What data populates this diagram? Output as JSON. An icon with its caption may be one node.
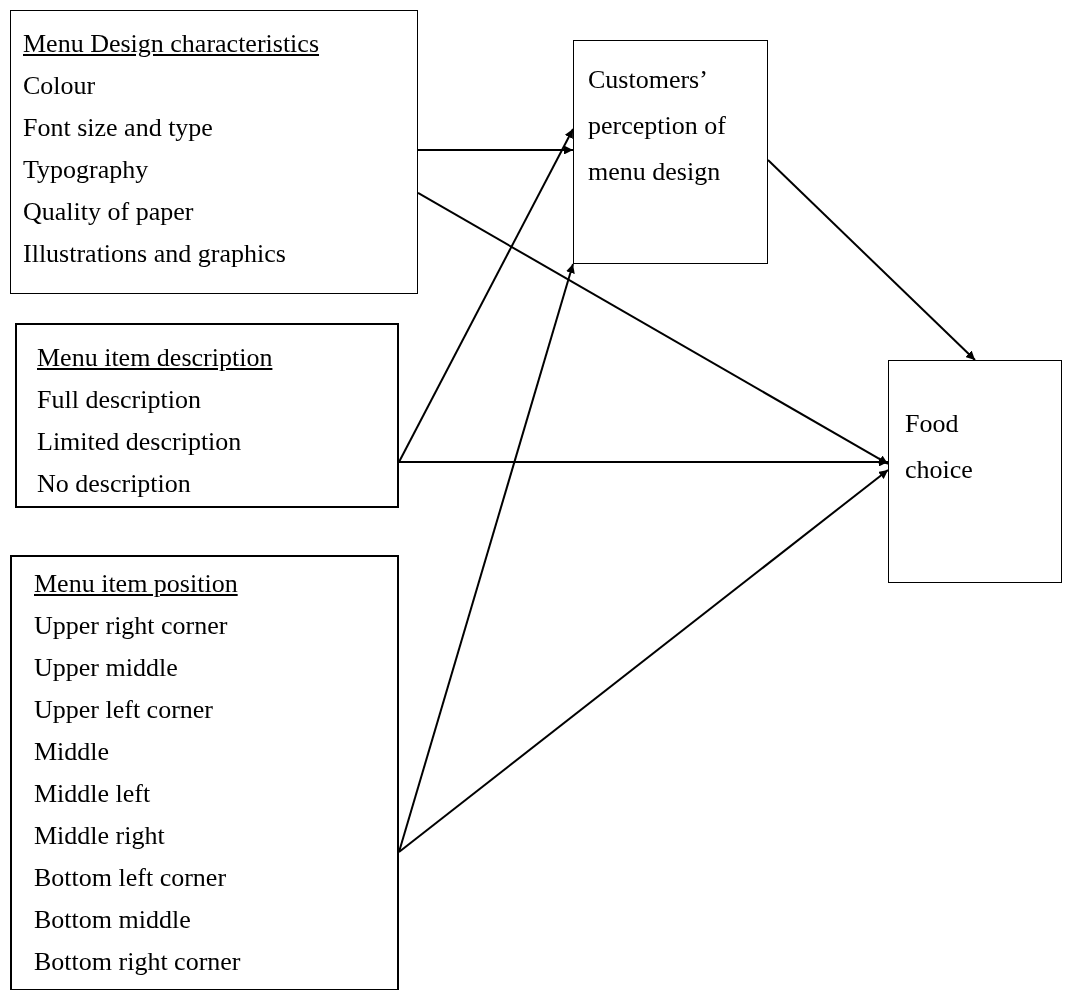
{
  "diagram": {
    "nodes": [
      {
        "text": [
          "Menu Design characteristics",
          "Colour",
          "Font size and type",
          "Typography",
          "Quality of paper",
          "Illustrations and graphics"
        ]
      },
      {
        "text": [
          "Customers’ perception of menu design"
        ]
      },
      {
        "text": [
          "Menu item description",
          "Full description",
          "Limited description",
          "No description"
        ]
      },
      {
        "text": [
          "Menu item position",
          "Upper right corner",
          "Upper middle",
          "Upper left corner",
          "Middle",
          "Middle left",
          "Middle right",
          "Bottom left corner",
          "Bottom middle",
          "Bottom right corner"
        ]
      },
      {
        "text": [
          "Food choice"
        ]
      }
    ],
    "edges": [
      {
        "from": 0,
        "to": 1,
        "arrow": "to"
      },
      {
        "from": 0,
        "to": 4,
        "arrow": "to"
      },
      {
        "from": 2,
        "to": 1,
        "arrow": "to"
      },
      {
        "from": 2,
        "to": 4,
        "arrow": "to"
      },
      {
        "from": 3,
        "to": 1,
        "arrow": "to"
      },
      {
        "from": 3,
        "to": 4,
        "arrow": "to"
      },
      {
        "from": 1,
        "to": 4,
        "arrow": "to"
      }
    ]
  }
}
